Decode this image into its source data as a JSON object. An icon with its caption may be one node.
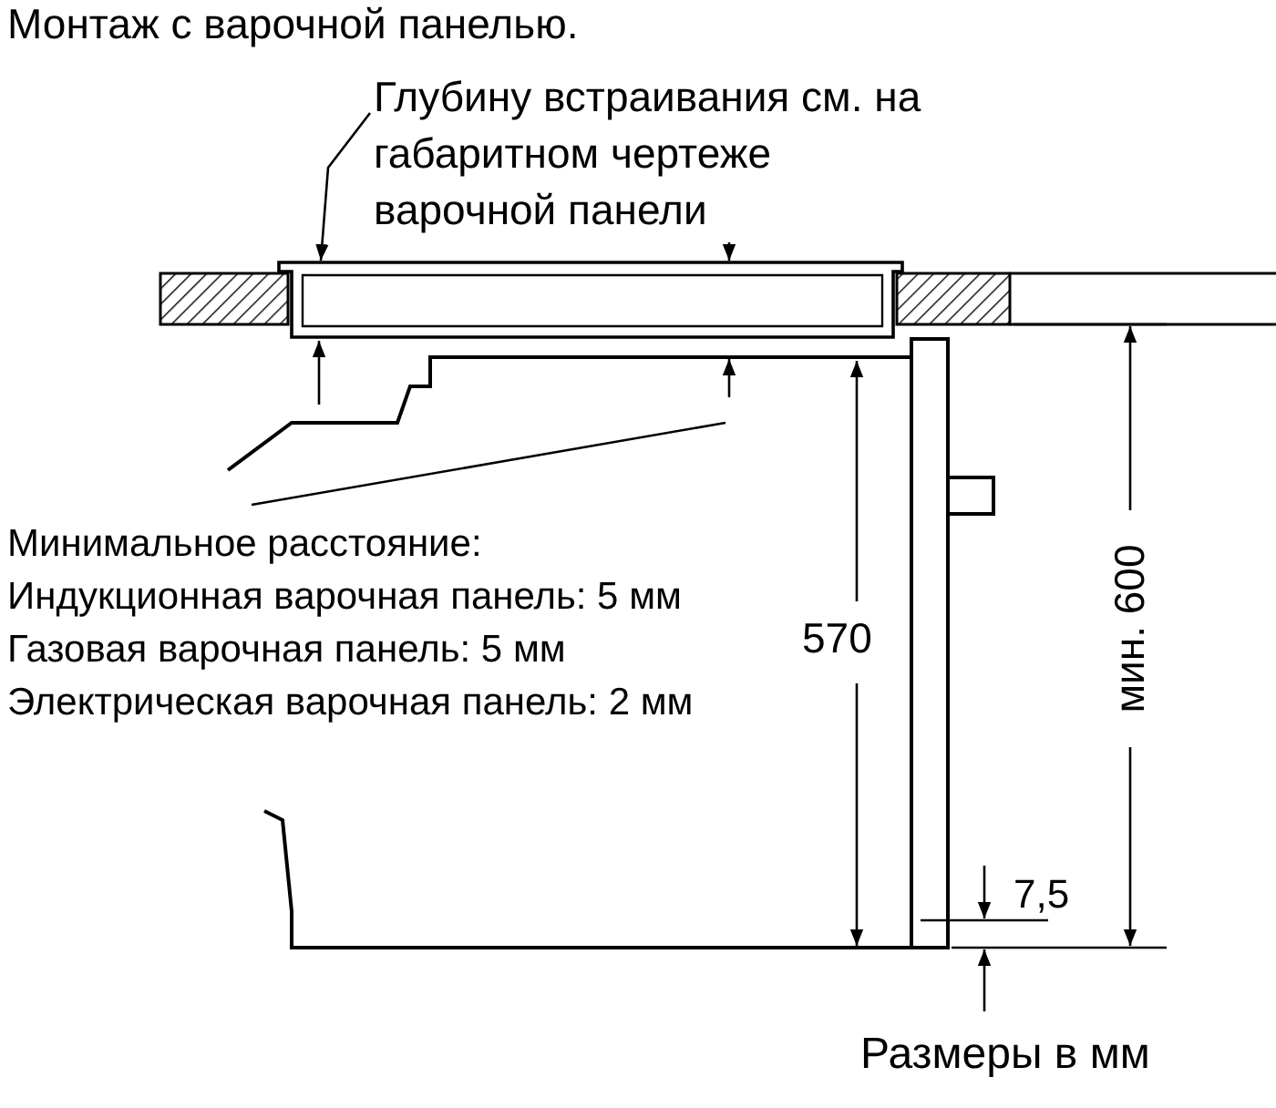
{
  "diagram": {
    "title": "Монтаж с варочной панелью.",
    "nodes": [
      {
        "text": [
          "Глубину встраивания см. на габаритном чертеже варочной панели"
        ]
      },
      {
        "text": [],
        "shape": "picture"
      },
      {
        "text": [
          "Минимальное расстояние:",
          "Индукционная варочная панель: 5 мм",
          "Газовая варочная панель: 5 мм",
          "Электрическая варочная панель: 2 мм"
        ]
      }
    ],
    "edges": [
      {
        "from": 0,
        "to": 1,
        "arrow": "to"
      },
      {
        "from": 0,
        "to": 1,
        "arrow": "to"
      },
      {
        "from": 2,
        "to": null,
        "arrow": "none"
      }
    ],
    "labels": [
      "570",
      "мин. 600",
      "7,5",
      "Размеры в мм"
    ]
  }
}
